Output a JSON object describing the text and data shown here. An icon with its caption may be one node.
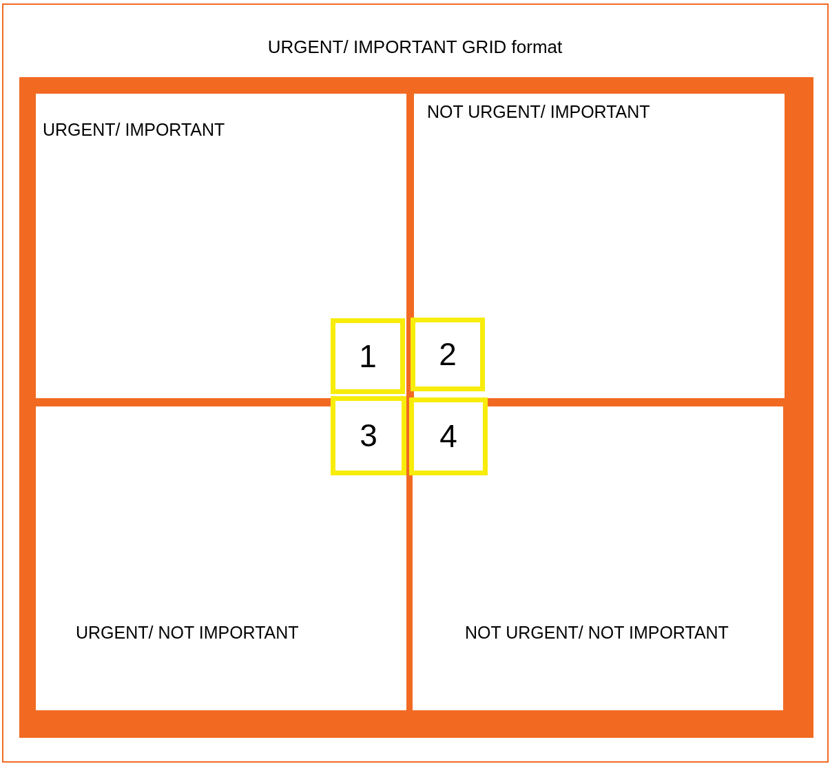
{
  "diagram": {
    "title": "URGENT/ IMPORTANT GRID format",
    "nodes": [
      {
        "text": [
          "URGENT/ IMPORTANT"
        ]
      },
      {
        "text": [
          "NOT URGENT/ IMPORTANT"
        ]
      },
      {
        "text": [
          "URGENT/ NOT IMPORTANT"
        ]
      },
      {
        "text": [
          "NOT URGENT/ NOT IMPORTANT"
        ]
      },
      {
        "text": [
          "1"
        ],
        "in": 0
      },
      {
        "text": [
          "2"
        ],
        "in": 1
      },
      {
        "text": [
          "3"
        ]
      },
      {
        "text": [
          "4"
        ]
      }
    ]
  }
}
